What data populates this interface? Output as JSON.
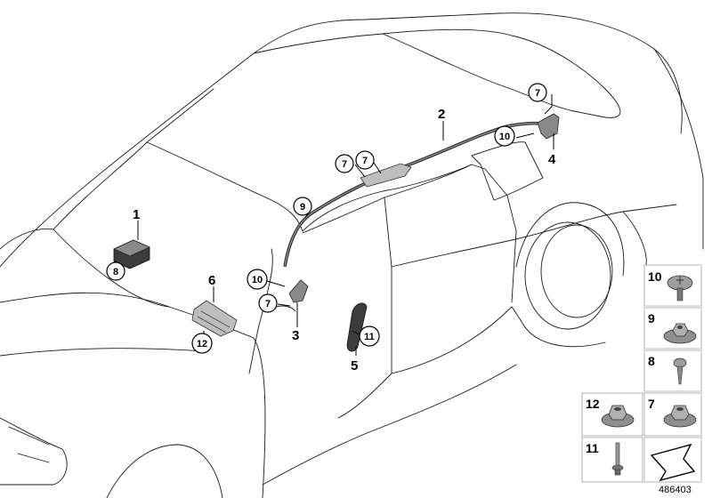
{
  "callouts": {
    "c1": "1",
    "c2": "2",
    "c3": "3",
    "c4": "4",
    "c5": "5",
    "c6": "6",
    "c7_top": "7",
    "c7_mid_a": "7",
    "c7_mid_b": "7",
    "c7_pillar": "7",
    "c8": "8",
    "c9": "9",
    "c10_top": "10",
    "c10_pillar": "10",
    "c11": "11",
    "c12": "12"
  },
  "parts_panel": {
    "p10": "10",
    "p9": "9",
    "p8": "8",
    "p12": "12",
    "p7": "7",
    "p11": "11"
  },
  "reference_number": "486403"
}
